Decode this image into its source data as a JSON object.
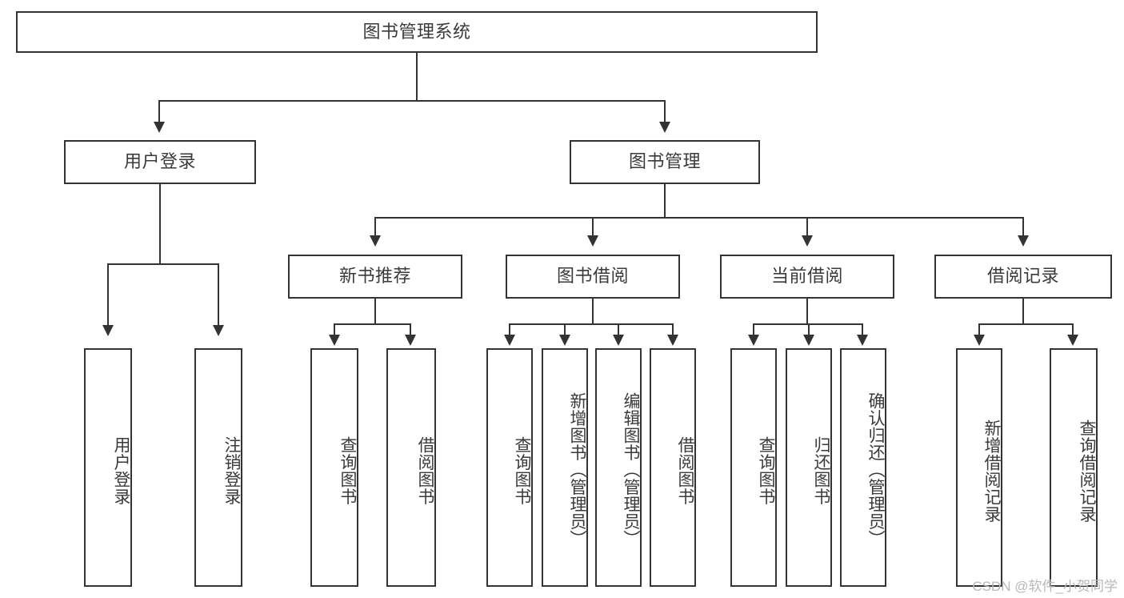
{
  "diagram": {
    "title": "图书管理系统",
    "watermark": "CSDN @软件_小贺同学",
    "root": {
      "label": "图书管理系统"
    },
    "level2": [
      {
        "key": "user_login",
        "label": "用户登录"
      },
      {
        "key": "book_manage",
        "label": "图书管理"
      }
    ],
    "level3": [
      {
        "key": "new_book_rec",
        "label": "新书推荐"
      },
      {
        "key": "book_borrow",
        "label": "图书借阅"
      },
      {
        "key": "current_borrow",
        "label": "当前借阅"
      },
      {
        "key": "borrow_record",
        "label": "借阅记录"
      }
    ],
    "leaves": {
      "user_login": [
        {
          "key": "login",
          "label": "用户登录"
        },
        {
          "key": "logout",
          "label": "注销登录"
        }
      ],
      "new_book_rec": [
        {
          "key": "query_book_a",
          "label": "查询图书"
        },
        {
          "key": "borrow_book_a",
          "label": "借阅图书"
        }
      ],
      "book_borrow": [
        {
          "key": "query_book_b",
          "label": "查询图书"
        },
        {
          "key": "add_book",
          "label": "新增图书（管理员）"
        },
        {
          "key": "edit_book",
          "label": "编辑图书（管理员）"
        },
        {
          "key": "borrow_book_b",
          "label": "借阅图书"
        }
      ],
      "current_borrow": [
        {
          "key": "query_book_c",
          "label": "查询图书"
        },
        {
          "key": "return_book",
          "label": "归还图书"
        },
        {
          "key": "confirm_return",
          "label": "确认归还（管理员）"
        }
      ],
      "borrow_record": [
        {
          "key": "add_record",
          "label": "新增借阅记录"
        },
        {
          "key": "query_record",
          "label": "查询借阅记录"
        }
      ]
    },
    "colors": {
      "stroke": "#333333",
      "text": "#3a3a3a",
      "background": "#ffffff",
      "watermark": "#b8b8b8"
    }
  }
}
